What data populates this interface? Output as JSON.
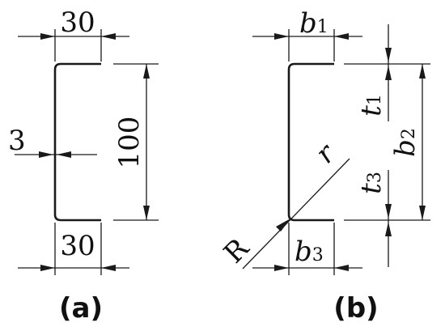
{
  "figure_a": {
    "top_width": "30",
    "bottom_width": "30",
    "thickness": "3",
    "height": "100",
    "caption": "(a)"
  },
  "figure_b": {
    "b1": {
      "symbol": "b",
      "sub": "1"
    },
    "b2": {
      "symbol": "b",
      "sub": "2"
    },
    "b3": {
      "symbol": "b",
      "sub": "3"
    },
    "t1": {
      "symbol": "t",
      "sub": "1"
    },
    "t3": {
      "symbol": "t",
      "sub": "3"
    },
    "outer_radius": "R",
    "inner_radius": "r",
    "caption": "(b)"
  }
}
